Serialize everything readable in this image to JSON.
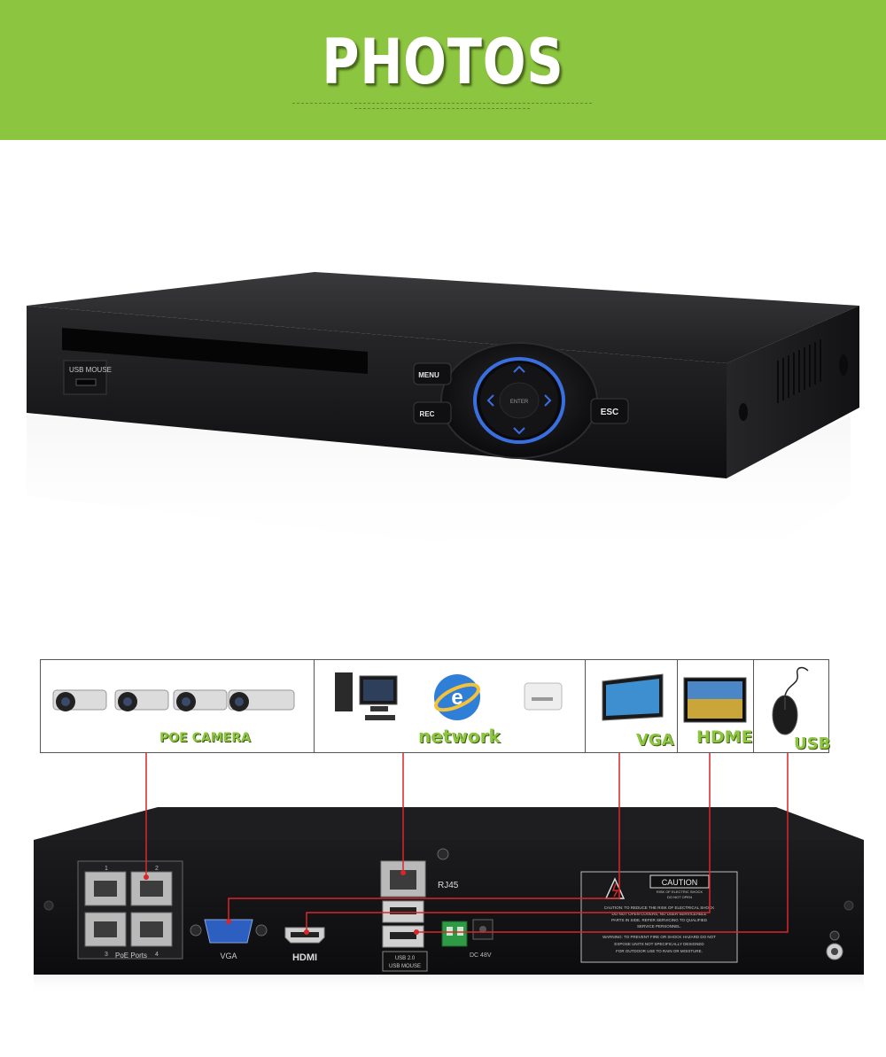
{
  "banner": {
    "title": "PHOTOS",
    "color": "#8cc53f"
  },
  "front_panel": {
    "usb_label": "USB MOUSE",
    "menu_label": "MENU",
    "rec_label": "REC",
    "enter_label": "ENTER",
    "esc_label": "ESC",
    "ring_color": "#3a6fe0"
  },
  "connections": {
    "poe": "POE CAMERA",
    "network": "network",
    "vga": "VGA",
    "hdmi": "HDME",
    "usb": "USB",
    "line_color": "#d9262a"
  },
  "rear_panel": {
    "rj45": "RJ45",
    "poe_ports": "PoE Ports",
    "port_1": "1",
    "port_2": "2",
    "port_3": "3",
    "port_4": "4",
    "vga": "VGA",
    "hdmi": "HDMI",
    "usb_label": "USB 2.0",
    "usb_mouse": "USB MOUSE",
    "power": "DC 48V",
    "caution_title": "CAUTION",
    "caution_risk": "RISK OF ELECTRIC SHOCK",
    "caution_open": "DO NOT OPEN",
    "caution_line1": "CAUTION: TO REDUCE THE RISK OF ELECTRICAL SHOCK",
    "caution_line2": "DO NOT OPEN COVERS, NO USER SERVICEABLE",
    "caution_line3": "PARTS IN SIDE. REFER SERVICING TO QUALIFIED",
    "caution_line4": "SERVICE PERSONNEL.",
    "warning_line1": "WARNING: TO PREVENT FIRE OR SHOCK HAZARD DO NOT",
    "warning_line2": "EXPOSE UNITS NOT SPECIFICALLY DESIGNED",
    "warning_line3": "FOR OUTDOOR USE TO RAIN OR MOISTURE."
  }
}
